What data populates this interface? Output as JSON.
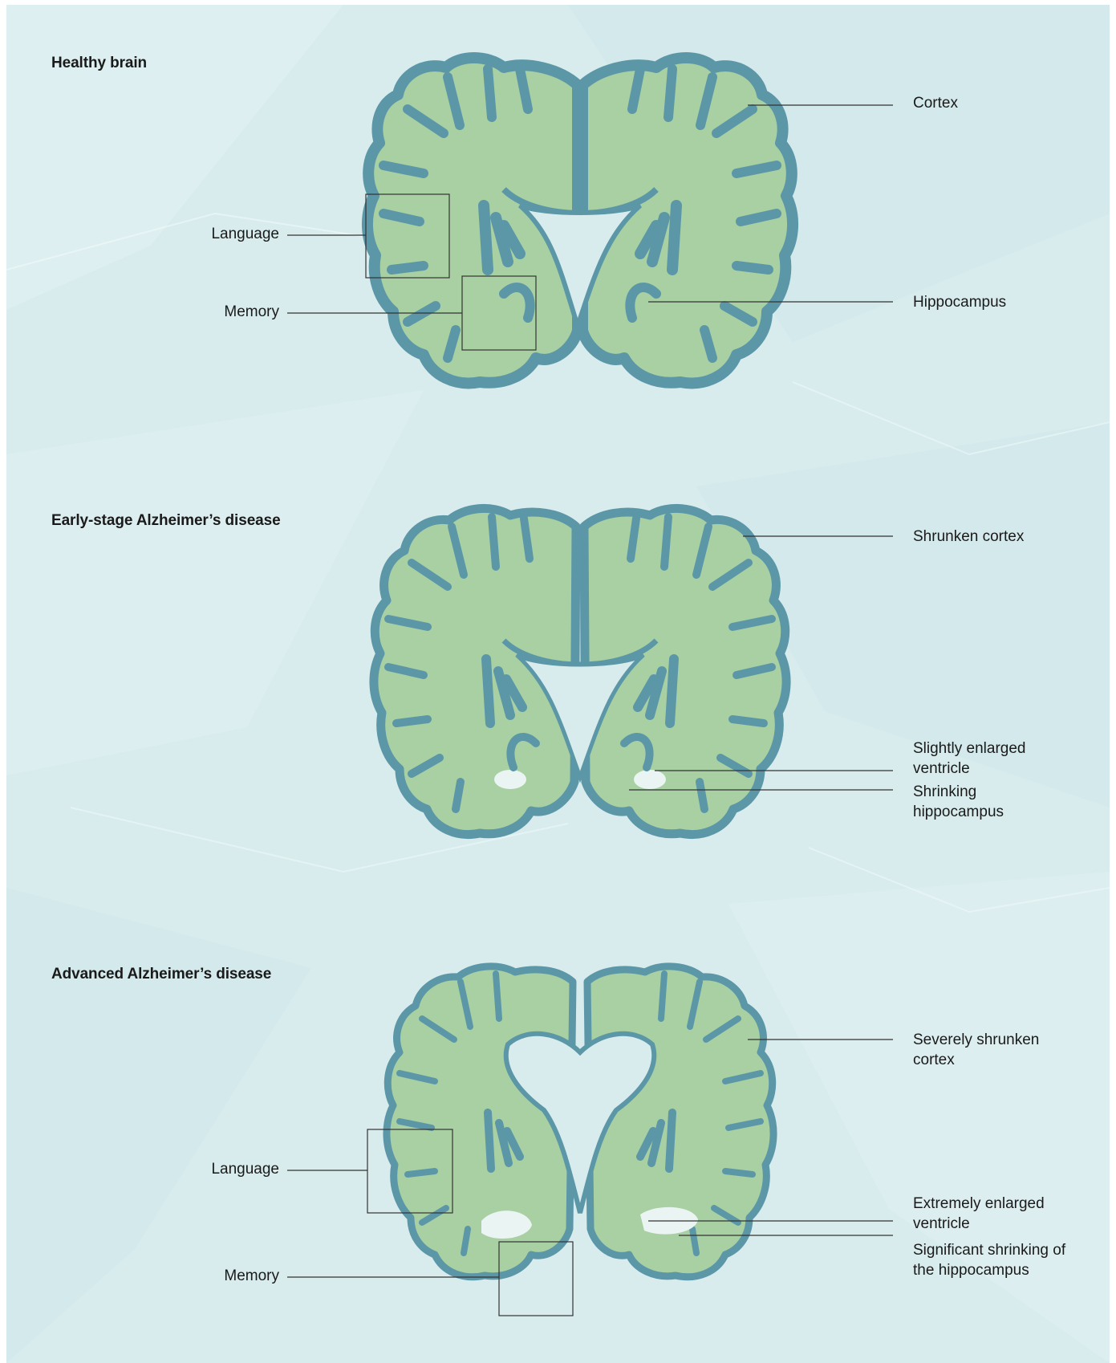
{
  "colors": {
    "background": "#d8ecee",
    "cortex": "#5c97a8",
    "white_matter": "#a8d0a2",
    "ventricle": "#e8f4f3",
    "leader_line": "#333333"
  },
  "panels": [
    {
      "title": "Healthy brain",
      "labels": {
        "cortex": "Cortex",
        "hippocampus": "Hippocampus",
        "language": "Language",
        "memory": "Memory"
      }
    },
    {
      "title": "Early-stage Alzheimer’s disease",
      "labels": {
        "cortex": "Shrunken cortex",
        "ventricle": "Slightly enlarged ventricle",
        "hippocampus": "Shrinking hippocampus"
      }
    },
    {
      "title": "Advanced Alzheimer’s disease",
      "labels": {
        "cortex": "Severely shrunken cortex",
        "ventricle": "Extremely enlarged ventricle",
        "hippocampus": "Significant shrinking of the hippocampus",
        "language": "Language",
        "memory": "Memory"
      }
    }
  ]
}
